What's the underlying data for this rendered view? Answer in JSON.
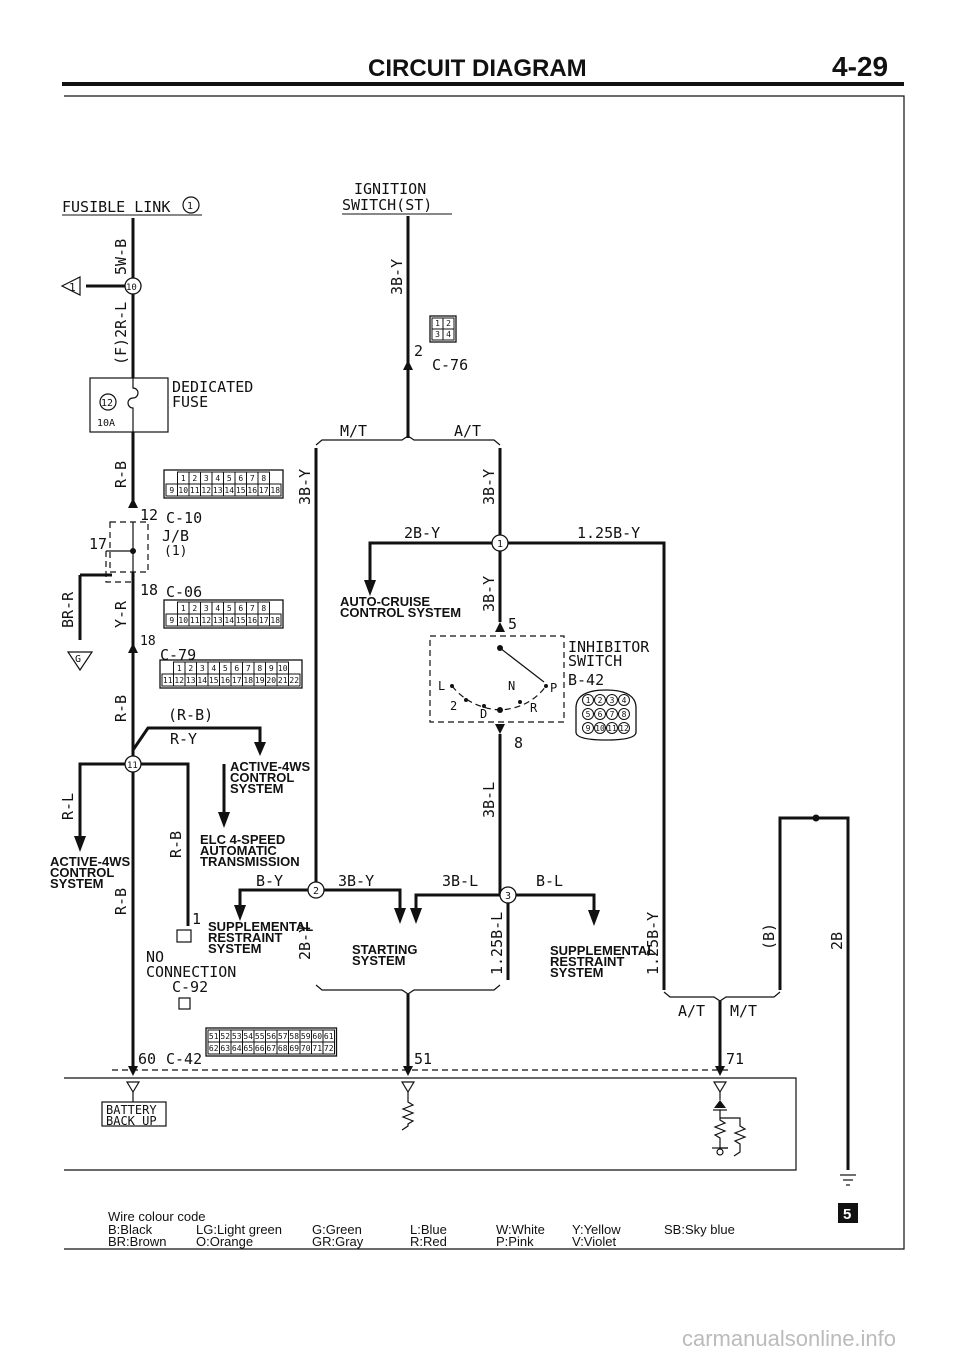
{
  "header": {
    "title": "CIRCUIT DIAGRAM",
    "page_number": "4-29"
  },
  "diagram": {
    "fusible_link": {
      "label": "FUSIBLE LINK",
      "number": "1"
    },
    "ignition_switch": {
      "line1": "IGNITION",
      "line2": "SWITCH(ST)"
    },
    "dedicated_fuse": {
      "line1": "DEDICATED",
      "line2": "FUSE",
      "fuse_no": "12",
      "rating": "10A"
    },
    "ground_marker_1": "1",
    "ground_marker_G": "G",
    "wires": {
      "w5WB": "5W-B",
      "wF2RL": "(F)2R-L",
      "w3BY_ign": "3B-Y",
      "wRB_1": "R-B",
      "wBRR": "BR-R",
      "wYR": "Y-R",
      "wRB_2": "R-B",
      "wRB_paren": "(R-B)",
      "wRY": "R-Y",
      "wRL": "R-L",
      "wRB_3": "R-B",
      "wRB_4": "R-B",
      "w3BY_mt": "3B-Y",
      "w3BY_at": "3B-Y",
      "w2BY": "2B-Y",
      "w125BY": "1.25B-Y",
      "w3BY_5": "3B-Y",
      "w3BL_8": "3B-L",
      "wBY_b": "B-Y",
      "w3BY_b": "3B-Y",
      "w3BL_b": "3B-L",
      "wBL_b": "B-L",
      "w2BY_b": "2B-Y",
      "w125BL": "1.25B-L",
      "w125BY_r": "1.25B-Y",
      "wB_paren": "(B)",
      "w2B": "2B"
    },
    "connectors": {
      "c76": {
        "label": "C-76",
        "pin": "2",
        "pins": [
          "1",
          "2",
          "3",
          "4"
        ]
      },
      "c10": {
        "label": "C-10",
        "pin": "12",
        "pins_top": [
          "1",
          "2",
          "3",
          "4",
          "5",
          "6",
          "7",
          "8"
        ],
        "pins_bottom": [
          "9",
          "10",
          "11",
          "12",
          "13",
          "14",
          "15",
          "16",
          "17",
          "18"
        ]
      },
      "jb": {
        "label": "J/B",
        "sub": "(1)",
        "pin17": "17"
      },
      "c06": {
        "label": "C-06",
        "pin": "18",
        "pins_top": [
          "1",
          "2",
          "3",
          "4",
          "5",
          "6",
          "7",
          "8"
        ],
        "pins_bottom": [
          "9",
          "10",
          "11",
          "12",
          "13",
          "14",
          "15",
          "16",
          "17",
          "18"
        ]
      },
      "c79": {
        "label": "C-79",
        "pin": "18",
        "pins_top": [
          "1",
          "2",
          "3",
          "4",
          "5",
          "6",
          "7",
          "8",
          "9",
          "10"
        ],
        "pins_bottom": [
          "11",
          "12",
          "13",
          "14",
          "15",
          "16",
          "17",
          "18",
          "19",
          "20",
          "21",
          "22"
        ]
      },
      "c92": {
        "label": "C-92",
        "no_conn_1": "NO",
        "no_conn_2": "CONNECTION",
        "pin": "1"
      },
      "c42": {
        "label": "C-42",
        "pin": "60",
        "pins_top": [
          "51",
          "52",
          "53",
          "54",
          "55",
          "56",
          "57",
          "58",
          "59",
          "60",
          "61"
        ],
        "pins_bottom": [
          "62",
          "63",
          "64",
          "65",
          "66",
          "67",
          "68",
          "69",
          "70",
          "71",
          "72"
        ]
      },
      "b42": {
        "label": "B-42",
        "pins": [
          "1",
          "2",
          "3",
          "4",
          "5",
          "6",
          "7",
          "8",
          "9",
          "10",
          "11",
          "12"
        ]
      }
    },
    "transmission": {
      "mt": "M/T",
      "at": "A/T",
      "mt2": "M/T",
      "at2": "A/T"
    },
    "junction_nodes": [
      "1",
      "2",
      "3",
      "10",
      "11"
    ],
    "inhibitor_switch": {
      "line1": "INHIBITOR",
      "line2": "SWITCH",
      "pin_in": "5",
      "pin_out": "8",
      "positions": [
        "L",
        "2",
        "D",
        "N",
        "R",
        "P"
      ]
    },
    "systems": {
      "auto_cruise": [
        "AUTO-CRUISE",
        "CONTROL SYSTEM"
      ],
      "active_4ws_a": [
        "ACTIVE-4WS",
        "CONTROL",
        "SYSTEM"
      ],
      "active_4ws_b": [
        "ACTIVE-4WS",
        "CONTROL",
        "SYSTEM"
      ],
      "elc": [
        "ELC 4-SPEED",
        "AUTOMATIC",
        "TRANSMISSION"
      ],
      "srs_1": [
        "SUPPLEMENTAL",
        "RESTRAINT",
        "SYSTEM"
      ],
      "starting": [
        "STARTING",
        "SYSTEM"
      ],
      "srs_2": [
        "SUPPLEMENTAL",
        "RESTRAINT",
        "SYSTEM"
      ]
    },
    "bottom_pins": {
      "p51": "51",
      "p71": "71"
    },
    "battery_backup": {
      "line1": "BATTERY",
      "line2": "BACK UP"
    },
    "section_mark": "5"
  },
  "legend": {
    "title": "Wire colour code",
    "entries": [
      [
        "B:Black",
        "LG:Light green",
        "G:Green",
        "L:Blue",
        "W:White",
        "Y:Yellow",
        "SB:Sky blue"
      ],
      [
        "BR:Brown",
        "O:Orange",
        "GR:Gray",
        "R:Red",
        "P:Pink",
        "V:Violet"
      ]
    ]
  },
  "watermark": "carmanualsonline.info"
}
